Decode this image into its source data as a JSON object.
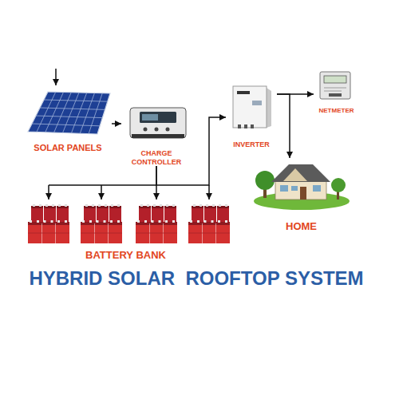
{
  "diagram": {
    "title": "HYBRID SOLAR  ROOFTOP SYSTEM",
    "nodes": [
      {
        "text": [
          "SOLAR PANELS"
        ]
      },
      {
        "text": [
          "CHARGE CONTROLLER"
        ]
      },
      {
        "text": [
          "BATTERY BANK"
        ]
      },
      {
        "text": [
          "INVERTER"
        ]
      },
      {
        "text": [
          "NETMETER"
        ]
      },
      {
        "text": [
          "HOME"
        ]
      }
    ],
    "edges": [
      {
        "from": 0,
        "to": 1,
        "arrow": "to"
      },
      {
        "from": 1,
        "to": 2,
        "arrow": "to"
      },
      {
        "from": 1,
        "to": 3,
        "arrow": "to"
      },
      {
        "from": 3,
        "to": 4,
        "arrow": "to"
      },
      {
        "from": 3,
        "to": 5,
        "arrow": "to"
      }
    ]
  }
}
